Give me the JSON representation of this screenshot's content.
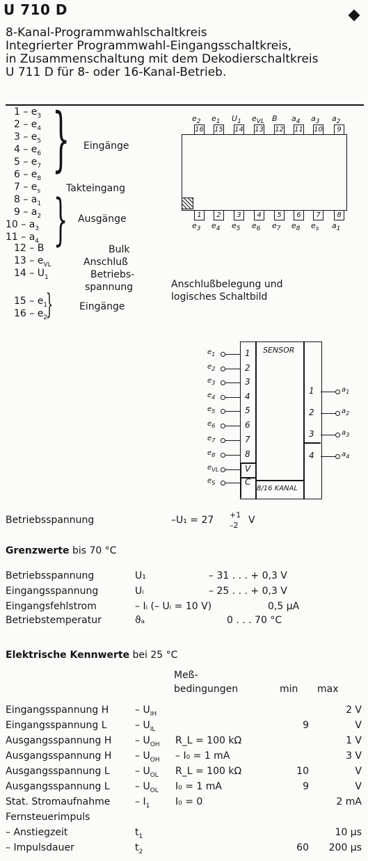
{
  "header": {
    "title": "U 710 D",
    "subtitle_lines": [
      "8-Kanal-Programmwahlschaltkreis",
      "Integrierter Programmwahl-Eingangsschaltkreis,",
      "in Zusammenschaltung mit dem Dekodierschaltkreis",
      "U 711 D für 8- oder 16-Kanal-Betrieb."
    ]
  },
  "pin_list": {
    "pins": [
      {
        "text": "1 – e",
        "sub": "3"
      },
      {
        "text": "2 – e",
        "sub": "4"
      },
      {
        "text": "3 – e",
        "sub": "5"
      },
      {
        "text": "4 – e",
        "sub": "6"
      },
      {
        "text": "5 – e",
        "sub": "7"
      },
      {
        "text": "6 – e",
        "sub": "8"
      },
      {
        "text": "7 – e",
        "sub": "s"
      },
      {
        "text": "8 – a",
        "sub": "1"
      },
      {
        "text": "9 – a",
        "sub": "2"
      },
      {
        "text": "10 – a",
        "sub": "3"
      },
      {
        "text": "11 – a",
        "sub": "4"
      },
      {
        "text": "12 – B",
        "sub": ""
      },
      {
        "text": "13 – e",
        "sub": "VL"
      },
      {
        "text": "14 – U",
        "sub": "1"
      },
      {
        "text": "15 – e",
        "sub": "1"
      },
      {
        "text": "16 – e",
        "sub": "2"
      }
    ],
    "labels": [
      "Eingänge",
      "Takteingang",
      "Ausgänge",
      "Bulk",
      "Anschluß",
      "Betriebs-",
      "spannung",
      "Eingänge"
    ]
  },
  "package": {
    "top_pins": [
      {
        "num": "16",
        "name": "e",
        "sub": "2"
      },
      {
        "num": "15",
        "name": "e",
        "sub": "1"
      },
      {
        "num": "14",
        "name": "U",
        "sub": "1"
      },
      {
        "num": "13",
        "name": "e",
        "sub": "VL"
      },
      {
        "num": "12",
        "name": "B",
        "sub": ""
      },
      {
        "num": "11",
        "name": "a",
        "sub": "4"
      },
      {
        "num": "10",
        "name": "a",
        "sub": "3"
      },
      {
        "num": "9",
        "name": "a",
        "sub": "2"
      }
    ],
    "bottom_pins": [
      {
        "num": "1",
        "name": "e",
        "sub": "3"
      },
      {
        "num": "2",
        "name": "e",
        "sub": "4"
      },
      {
        "num": "3",
        "name": "e",
        "sub": "5"
      },
      {
        "num": "4",
        "name": "e",
        "sub": "6"
      },
      {
        "num": "5",
        "name": "e",
        "sub": "7"
      },
      {
        "num": "6",
        "name": "e",
        "sub": "8"
      },
      {
        "num": "7",
        "name": "e",
        "sub": "s"
      },
      {
        "num": "8",
        "name": "a",
        "sub": "1"
      }
    ],
    "caption_lines": [
      "Anschlußbelegung und",
      "logisches Schaltbild"
    ]
  },
  "logic_symbol": {
    "sensor_label": "SENSOR",
    "kanal_label": "8/16 KANAL",
    "inputs": [
      {
        "name": "e",
        "sub": "1",
        "num": "1"
      },
      {
        "name": "e",
        "sub": "2",
        "num": "2"
      },
      {
        "name": "e",
        "sub": "3",
        "num": "3"
      },
      {
        "name": "e",
        "sub": "4",
        "num": "4"
      },
      {
        "name": "e",
        "sub": "5",
        "num": "5"
      },
      {
        "name": "e",
        "sub": "6",
        "num": "6"
      },
      {
        "name": "e",
        "sub": "7",
        "num": "7"
      },
      {
        "name": "e",
        "sub": "8",
        "num": "8"
      },
      {
        "name": "e",
        "sub": "VL",
        "num": "V"
      },
      {
        "name": "e",
        "sub": "S",
        "num": "C"
      }
    ],
    "outputs": [
      {
        "name": "a",
        "sub": "1",
        "num": "1"
      },
      {
        "name": "a",
        "sub": "2",
        "num": "2"
      },
      {
        "name": "a",
        "sub": "3",
        "num": "3"
      },
      {
        "name": "a",
        "sub": "4",
        "num": "4"
      }
    ]
  },
  "betrieb": {
    "label": "Betriebsspannung",
    "value": "–U₁ = 27",
    "tol_plus": "+1",
    "tol_minus": "–2",
    "unit": "V"
  },
  "grenzwerte": {
    "title": "Grenzwerte",
    "suffix": "bis 70 °C",
    "rows": [
      {
        "label": "Betriebsspannung",
        "sym": "U₁",
        "range": "– 31 . . . + 0,3 V",
        "val": ""
      },
      {
        "label": "Eingangsspannung",
        "sym": "Uᵢ",
        "range": "– 25 . . . + 0,3 V",
        "val": ""
      },
      {
        "label": "Eingangsfehlstrom",
        "sym": "– Iᵢ  (– Uᵢ = 10 V)",
        "range": "",
        "val": "0,5 µA"
      },
      {
        "label": "Betriebstemperatur",
        "sym": "ϑₐ",
        "range": "0 . . .  70   °C",
        "val": ""
      }
    ]
  },
  "kennwerte": {
    "title": "Elektrische Kennwerte",
    "suffix": "bei 25 °C",
    "hdr_mess1": "Meß-",
    "hdr_mess2": "bedingungen",
    "hdr_min": "min",
    "hdr_max": "max",
    "rows": [
      {
        "label": "Eingangsspannung H",
        "sym": "– U",
        "sub": "IH",
        "cond": "",
        "min": "",
        "max": "2 V"
      },
      {
        "label": "Eingangsspannung L",
        "sym": "– U",
        "sub": "IL",
        "cond": "",
        "min": "9",
        "max": "V"
      },
      {
        "label": "Ausgangsspannung H",
        "sym": "– U",
        "sub": "OH",
        "cond": "R_L = 100 kΩ",
        "min": "",
        "max": "1 V"
      },
      {
        "label": "Ausgangsspannung H",
        "sym": "– U",
        "sub": "OH",
        "cond": "– I₀ =    1 mA",
        "min": "",
        "max": "3 V"
      },
      {
        "label": "Ausgangsspannung L",
        "sym": "– U",
        "sub": "OL",
        "cond": "R_L = 100 kΩ",
        "min": "10",
        "max": "V"
      },
      {
        "label": "Ausgangsspannung L",
        "sym": "– U",
        "sub": "OL",
        "cond": "I₀ =    1 mA",
        "min": "9",
        "max": "V"
      },
      {
        "label": "Stat. Stromaufnahme",
        "sym": "– I",
        "sub": "1",
        "cond": "I₀ =    0",
        "min": "",
        "max": "2 mA"
      },
      {
        "label": "Fernsteuerimpuls",
        "sym": "",
        "sub": "",
        "cond": "",
        "min": "",
        "max": ""
      },
      {
        "label": "– Anstiegzeit",
        "sym": "t",
        "sub": "1",
        "cond": "",
        "min": "",
        "max": "10 µs"
      },
      {
        "label": "– Impulsdauer",
        "sym": "t",
        "sub": "2",
        "cond": "",
        "min": "60",
        "max": "200 µs"
      }
    ]
  }
}
